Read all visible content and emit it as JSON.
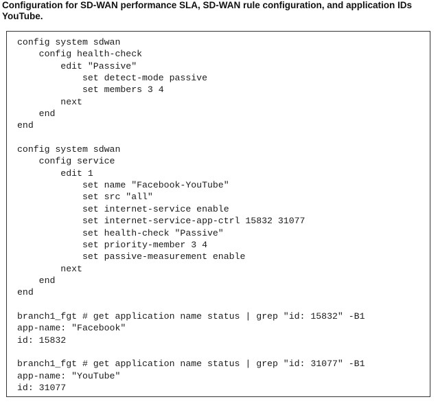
{
  "caption": "Configuration for SD-WAN performance SLA, SD-WAN rule configuration, and application IDs YouTube.",
  "code_lines": [
    "config system sdwan",
    "    config health-check",
    "        edit \"Passive\"",
    "            set detect-mode passive",
    "            set members 3 4",
    "        next",
    "    end",
    "end",
    "",
    "config system sdwan",
    "    config service",
    "        edit 1",
    "            set name \"Facebook-YouTube\"",
    "            set src \"all\"",
    "            set internet-service enable",
    "            set internet-service-app-ctrl 15832 31077",
    "            set health-check \"Passive\"",
    "            set priority-member 3 4",
    "            set passive-measurement enable",
    "        next",
    "    end",
    "end",
    "",
    "branch1_fgt # get application name status | grep \"id: 15832\" -B1",
    "app-name: \"Facebook\"",
    "id: 15832",
    "",
    "branch1_fgt # get application name status | grep \"id: 31077\" -B1",
    "app-name: \"YouTube\"",
    "id: 31077"
  ]
}
